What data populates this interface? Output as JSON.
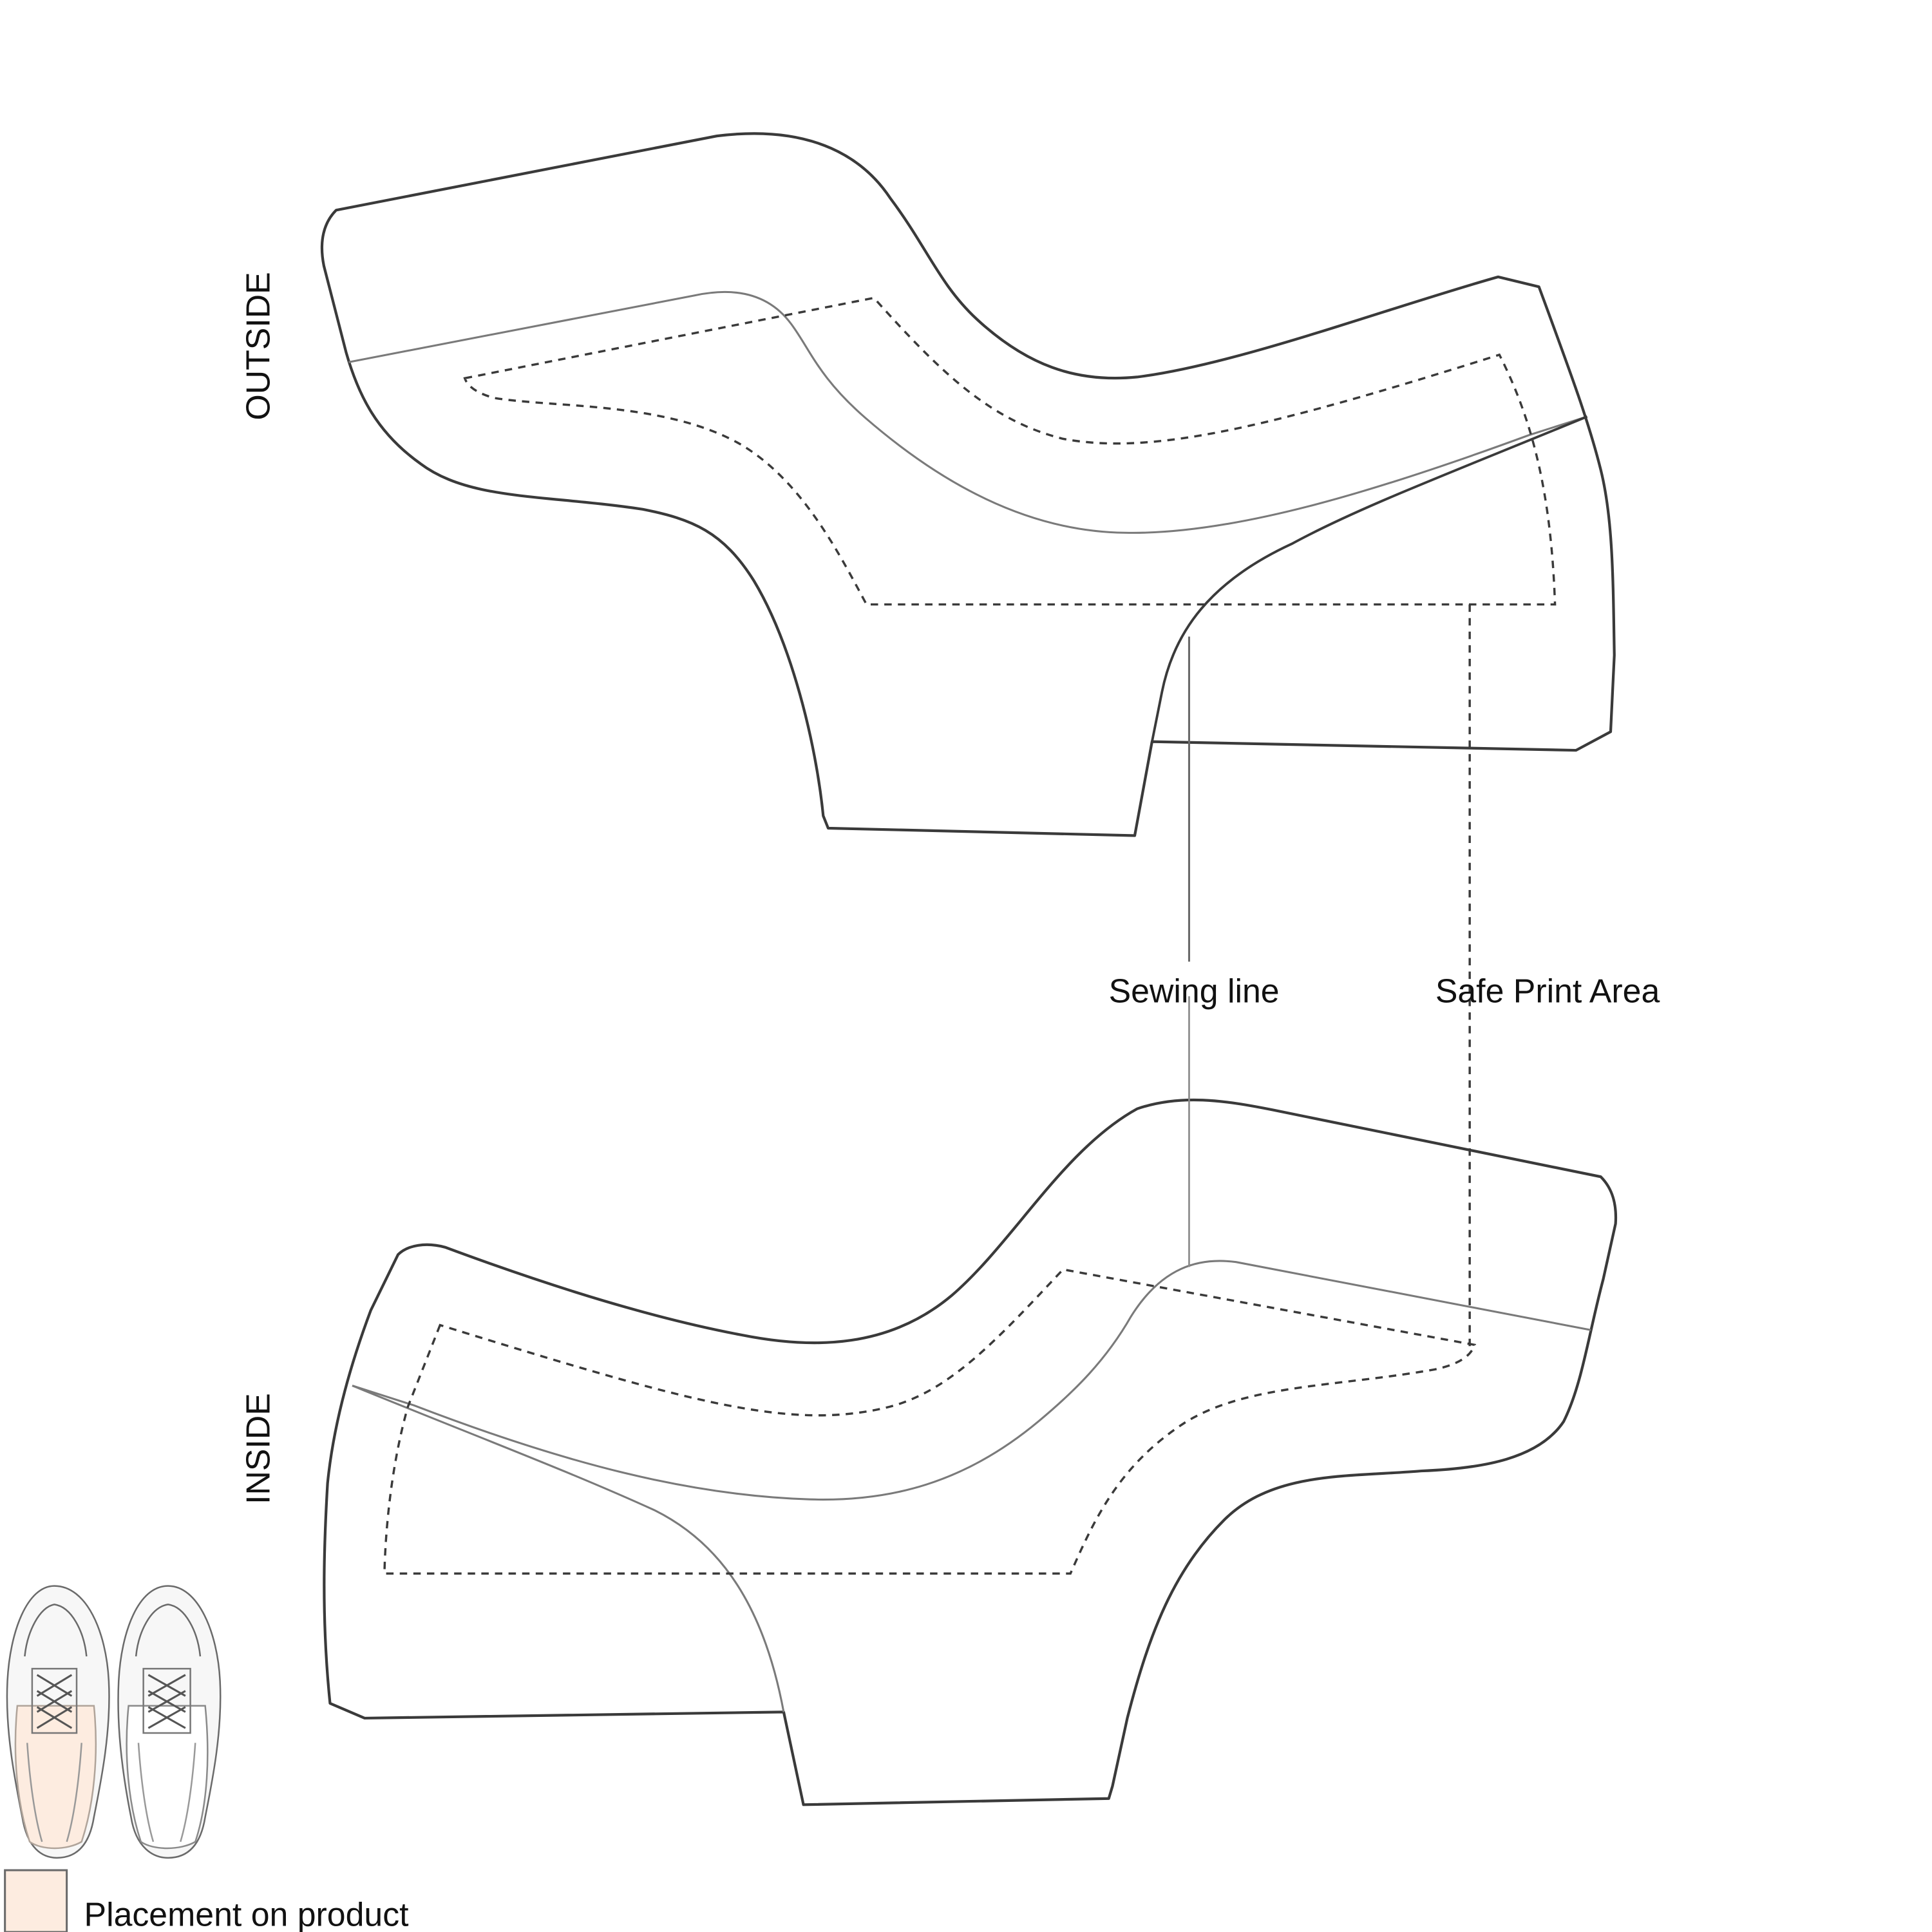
{
  "labels": {
    "outside": "OUTSIDE",
    "inside": "INSIDE",
    "sewing_line": "Sewing line",
    "safe_print_area": "Safe Print Area",
    "legend": "Placement on product"
  },
  "colors": {
    "outline": "#3a3a3a",
    "sewing_line": "#7a7a7a",
    "safe_area": "#3a3a3a",
    "placement_fill": "#fdece0",
    "text": "#111111"
  },
  "icons": {
    "shoes": "sneakers-top-view-icon",
    "legend_swatch": "placement-swatch"
  }
}
